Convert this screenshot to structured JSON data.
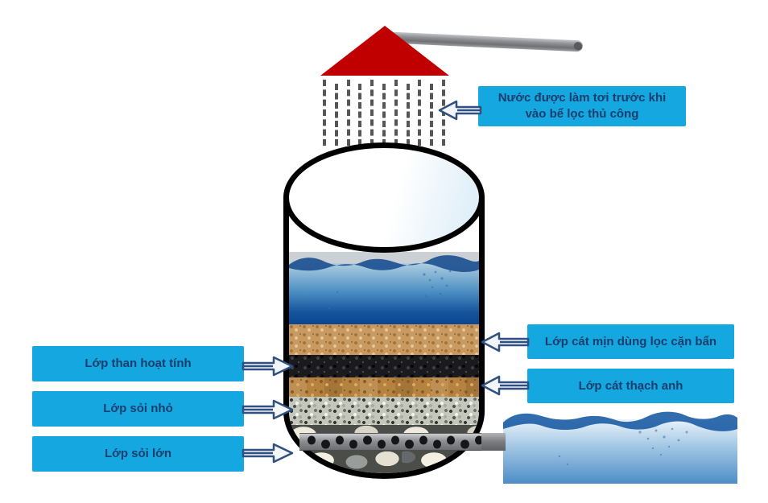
{
  "inlet_note": {
    "line1": "Nước được làm tơi trước khi",
    "line2": "vào bể lọc thủ công"
  },
  "labels": {
    "activated_carbon": "Lớp than hoạt tính",
    "small_gravel": "Lớp sỏi nhỏ",
    "large_gravel": "Lớp sỏi lớn",
    "fine_sand": "Lớp cát mịn dùng lọc cặn bẩn",
    "quartz_sand": "Lớp cát thạch anh"
  },
  "colors": {
    "label_background": "#14a7e0",
    "label_text": "#1a3e6e",
    "funnel_red": "#c00000",
    "arrow_outline": "#30507f",
    "arrow_fill": "#f2f6fb",
    "tank_outline": "#000000",
    "water_deep": "#0b4690",
    "fine_sand": "#c89a61",
    "activated_carbon": "#1b1b1f",
    "quartz_sand": "#b5823f",
    "small_gravel": "#c3c7bc",
    "pipe_gray": "#8d8e91",
    "spray_dash": "#565656"
  }
}
